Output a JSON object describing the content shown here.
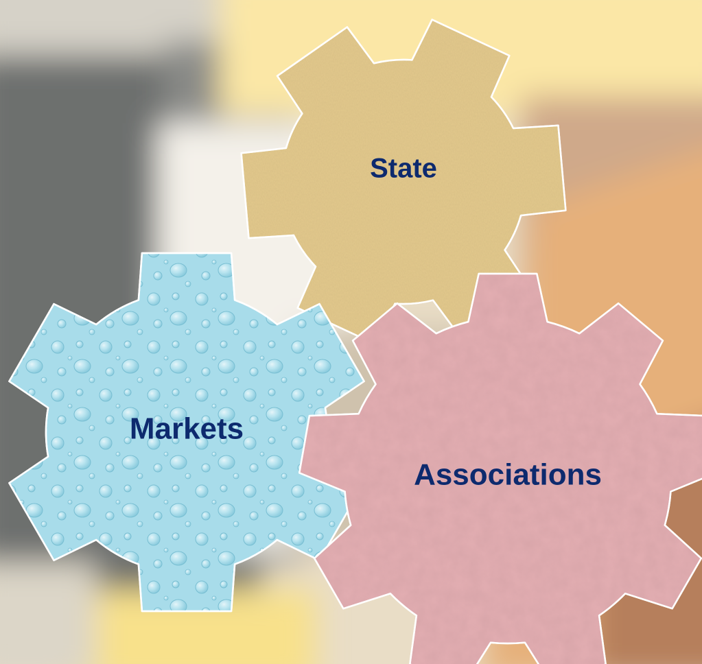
{
  "diagram": {
    "gears": [
      {
        "id": "state",
        "label": "State",
        "fill": "#e3c98c",
        "texture": "burlap"
      },
      {
        "id": "markets",
        "label": "Markets",
        "fill": "#a8dcea",
        "texture": "water-drops"
      },
      {
        "id": "associations",
        "label": "Associations",
        "fill": "#e3aeb2",
        "texture": "paper"
      }
    ],
    "text_color": "#0d2a6e",
    "outline_color": "#ffffff",
    "background_colors": [
      "#6d6f6e",
      "#f4f1ea",
      "#fbe7a6",
      "#e6b07a"
    ]
  }
}
